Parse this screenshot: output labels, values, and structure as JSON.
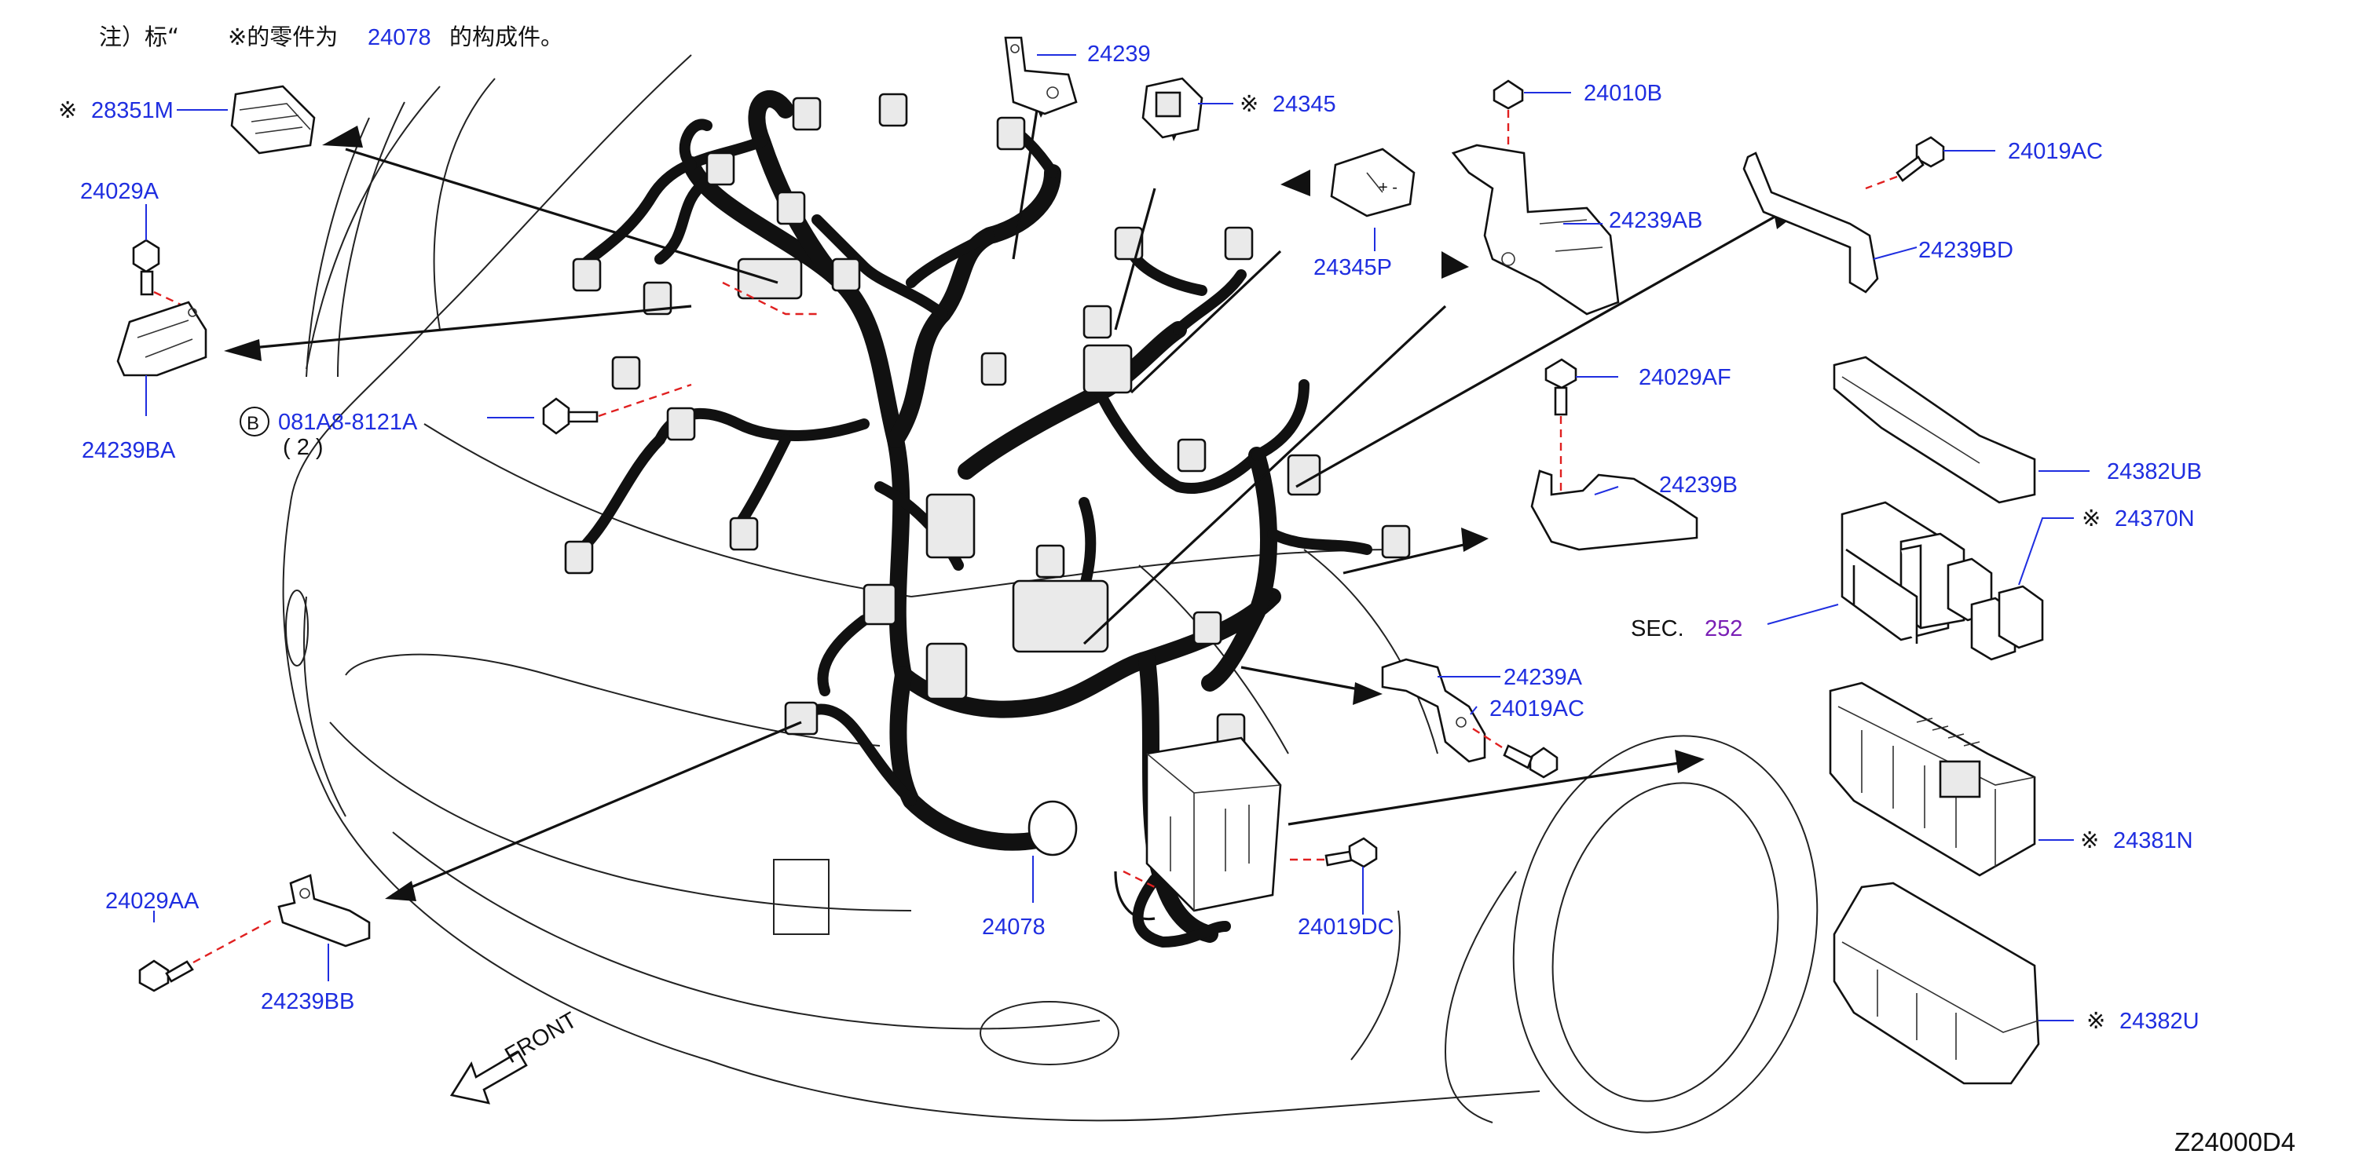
{
  "note": {
    "prefix": "注）标“",
    "mark": "※的零件为",
    "part_ref": "24078",
    "suffix": "的构成件。"
  },
  "callouts": {
    "c28351M": "28351M",
    "c24029A": "24029A",
    "c24239BA": "24239BA",
    "c081A8": "081A8-8121A",
    "c081A8_qty": "(  2  )",
    "c081A8_badge": "B",
    "c24239": "24239",
    "c24345": "24345",
    "c24345P": "24345P",
    "c24010B": "24010B",
    "c24239AB": "24239AB",
    "c24019AC_top": "24019AC",
    "c24239BD": "24239BD",
    "c24029AF": "24029AF",
    "c24239B": "24239B",
    "c24382UB": "24382UB",
    "c24370N": "24370N",
    "sec_label": "SEC.",
    "sec_num": "252",
    "c24239A": "24239A",
    "c24019AC_mid": "24019AC",
    "c24381N": "24381N",
    "c24382U": "24382U",
    "c24078": "24078",
    "c24019DC": "24019DC",
    "c24029AA": "24029AA",
    "c24239BB": "24239BB",
    "front": "FRONT",
    "ref_mark": "※",
    "diagram_code": "Z24000D4"
  },
  "colors": {
    "callout_text": "#1f2ee0",
    "section_ref": "#7a1fb5",
    "hidden_line": "#e02020",
    "line_art": "#111111"
  }
}
